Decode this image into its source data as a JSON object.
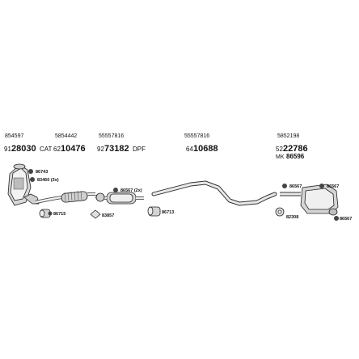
{
  "diagram": {
    "part_numbers": {
      "p1": "854597",
      "p2": "5854442",
      "p3": "55557816",
      "p4": "55557816",
      "p5": "5852198"
    },
    "codes": {
      "c1_small": "91",
      "c1_big": "28030",
      "c1_suffix": "CAT",
      "c2_small": "62",
      "c2_big": "10476",
      "c3_small": "92",
      "c3_big": "73182",
      "c3_suffix": "DPF",
      "c4_small": "64",
      "c4_big": "10688",
      "c5_small": "52",
      "c5_big": "22786",
      "c5_mk": "MK",
      "c5_mk_num": "86596"
    },
    "callouts": {
      "a": "86743",
      "b": "83460 (3x)",
      "c": "86715",
      "d": "83857",
      "e": "86567 (2x)",
      "f": "86713",
      "g": "86567",
      "h": "86567",
      "i": "82308",
      "j": "86567"
    }
  }
}
